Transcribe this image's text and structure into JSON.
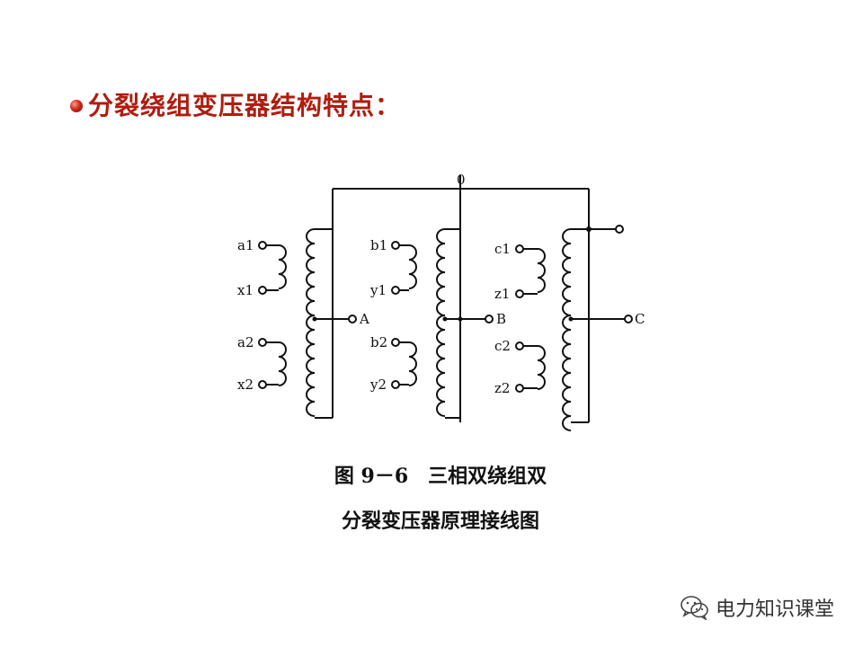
{
  "title": "分裂绕组变压器结构特点：",
  "diagram": {
    "neutral": "0",
    "phases": [
      {
        "output": "A",
        "upper_start": "a1",
        "upper_end": "x1",
        "lower_start": "a2",
        "lower_end": "x2"
      },
      {
        "output": "B",
        "upper_start": "b1",
        "upper_end": "y1",
        "lower_start": "b2",
        "lower_end": "y2"
      },
      {
        "output": "C",
        "upper_start": "c1",
        "upper_end": "z1",
        "lower_start": "c2",
        "lower_end": "z2"
      }
    ]
  },
  "caption": {
    "line1": "图 9－6　三相双绕组双",
    "line2": "分裂变压器原理接线图"
  },
  "watermark": {
    "text": "电力知识课堂",
    "icon": "wechat-icon"
  }
}
